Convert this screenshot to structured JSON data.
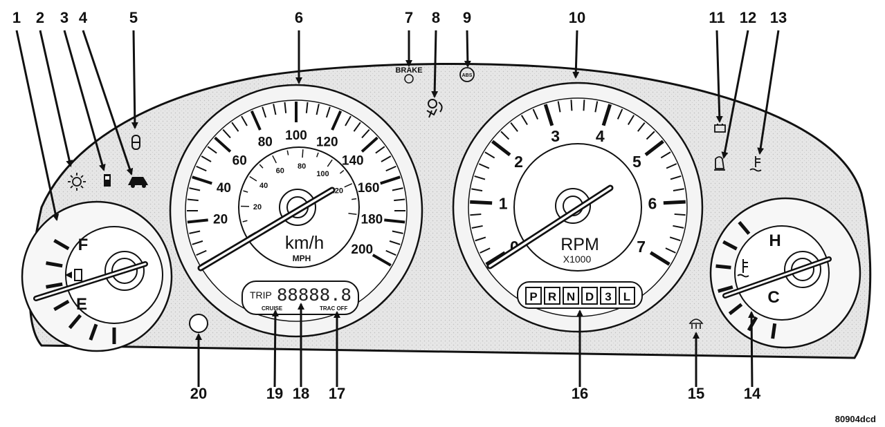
{
  "callouts": [
    "1",
    "2",
    "3",
    "4",
    "5",
    "6",
    "7",
    "8",
    "9",
    "10",
    "11",
    "12",
    "13",
    "14",
    "15",
    "16",
    "17",
    "18",
    "19",
    "20"
  ],
  "fuel_gauge": {
    "full": "F",
    "empty": "E"
  },
  "speedometer": {
    "kmh_ticks": [
      "20",
      "40",
      "60",
      "80",
      "100",
      "120",
      "140",
      "160",
      "180",
      "200"
    ],
    "mph_ticks": [
      "20",
      "40",
      "60",
      "80",
      "100",
      "120"
    ],
    "unit_primary": "km/h",
    "unit_secondary": "MPH"
  },
  "odometer": {
    "trip_label": "TRIP",
    "digits": "88888.8",
    "cruise_label": "CRUISE",
    "trac_off_label": "TRAC OFF"
  },
  "brake_label": "BRAKE",
  "abs_label": "ABS",
  "tachometer": {
    "ticks": [
      "0",
      "1",
      "2",
      "3",
      "4",
      "5",
      "6",
      "7"
    ],
    "unit": "RPM",
    "multiplier": "X1000"
  },
  "gear_selector": [
    "P",
    "R",
    "N",
    "D",
    "3",
    "L"
  ],
  "temp_gauge": {
    "hot": "H",
    "cold": "C"
  },
  "reference_code": "80904dcd"
}
